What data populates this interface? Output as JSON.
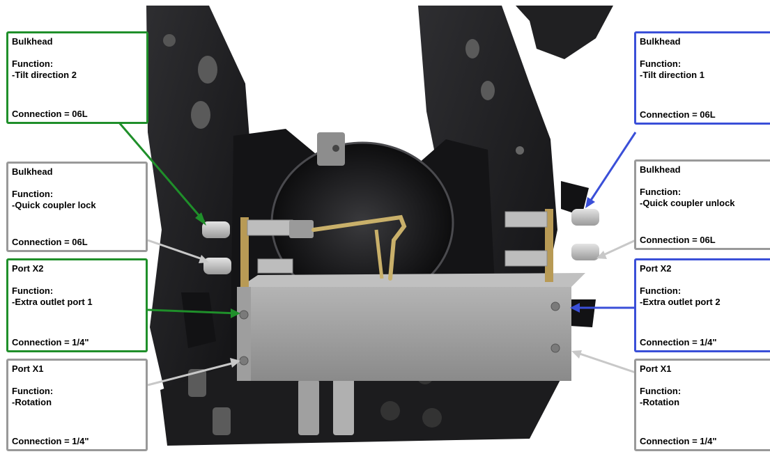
{
  "colors": {
    "green": "#1f8f2a",
    "blue": "#3a4fd8",
    "gray": "#999999",
    "machine_dark": "#1b1b1d",
    "manifold": "#9c9c9c"
  },
  "callouts": {
    "left_top": {
      "title": "Bulkhead",
      "function_label": "Function:",
      "function_value": "-Tilt direction 2",
      "connection": "Connection = 06L",
      "color": "green"
    },
    "left_mid": {
      "title": "Bulkhead",
      "function_label": "Function:",
      "function_value": "-Quick coupler lock",
      "connection": "Connection = 06L",
      "color": "gray"
    },
    "left_port_x2": {
      "title": "Port X2",
      "function_label": "Function:",
      "function_value": "-Extra outlet port 1",
      "connection": "Connection = 1/4\"",
      "color": "green"
    },
    "left_port_x1": {
      "title": "Port X1",
      "function_label": "Function:",
      "function_value": "-Rotation",
      "connection": "Connection = 1/4\"",
      "color": "gray"
    },
    "right_top": {
      "title": "Bulkhead",
      "function_label": "Function:",
      "function_value": "-Tilt direction 1",
      "connection": "Connection = 06L",
      "color": "blue"
    },
    "right_mid": {
      "title": "Bulkhead",
      "function_label": "Function:",
      "function_value": "-Quick coupler unlock",
      "connection": "Connection = 06L",
      "color": "gray"
    },
    "right_port_x2": {
      "title": "Port X2",
      "function_label": "Function:",
      "function_value": "-Extra outlet port 2",
      "connection": "Connection = 1/4\"",
      "color": "blue"
    },
    "right_port_x1": {
      "title": "Port X1",
      "function_label": "Function:",
      "function_value": "-Rotation",
      "connection": "Connection = 1/4\"",
      "color": "gray"
    }
  }
}
